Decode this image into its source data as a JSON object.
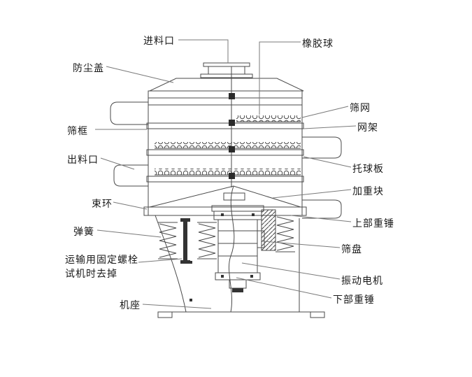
{
  "page": {
    "background": "#ffffff"
  },
  "diagram": {
    "line_color": "#4a4a4a",
    "leader_color": "#7a7a7a",
    "label_color": "#1a1a1a",
    "labels": {
      "feed_inlet": "进料口",
      "rubber_ball": "橡胶球",
      "dust_cover": "防尘盖",
      "sieve_mesh": "筛网",
      "mesh_frame": "网架",
      "sieve_frame": "筛框",
      "discharge_outlet": "出料口",
      "ball_support_plate": "托球板",
      "weight_block": "加重块",
      "clamp_ring": "束环",
      "upper_weight": "上部重锤",
      "spring": "弹簧",
      "sieve_tray": "筛盘",
      "transport_bolt_line1": "运输用固定螺栓",
      "transport_bolt_line2": "试机时去掉",
      "vibration_motor": "振动电机",
      "machine_base": "机座",
      "lower_weight": "下部重锤"
    }
  }
}
